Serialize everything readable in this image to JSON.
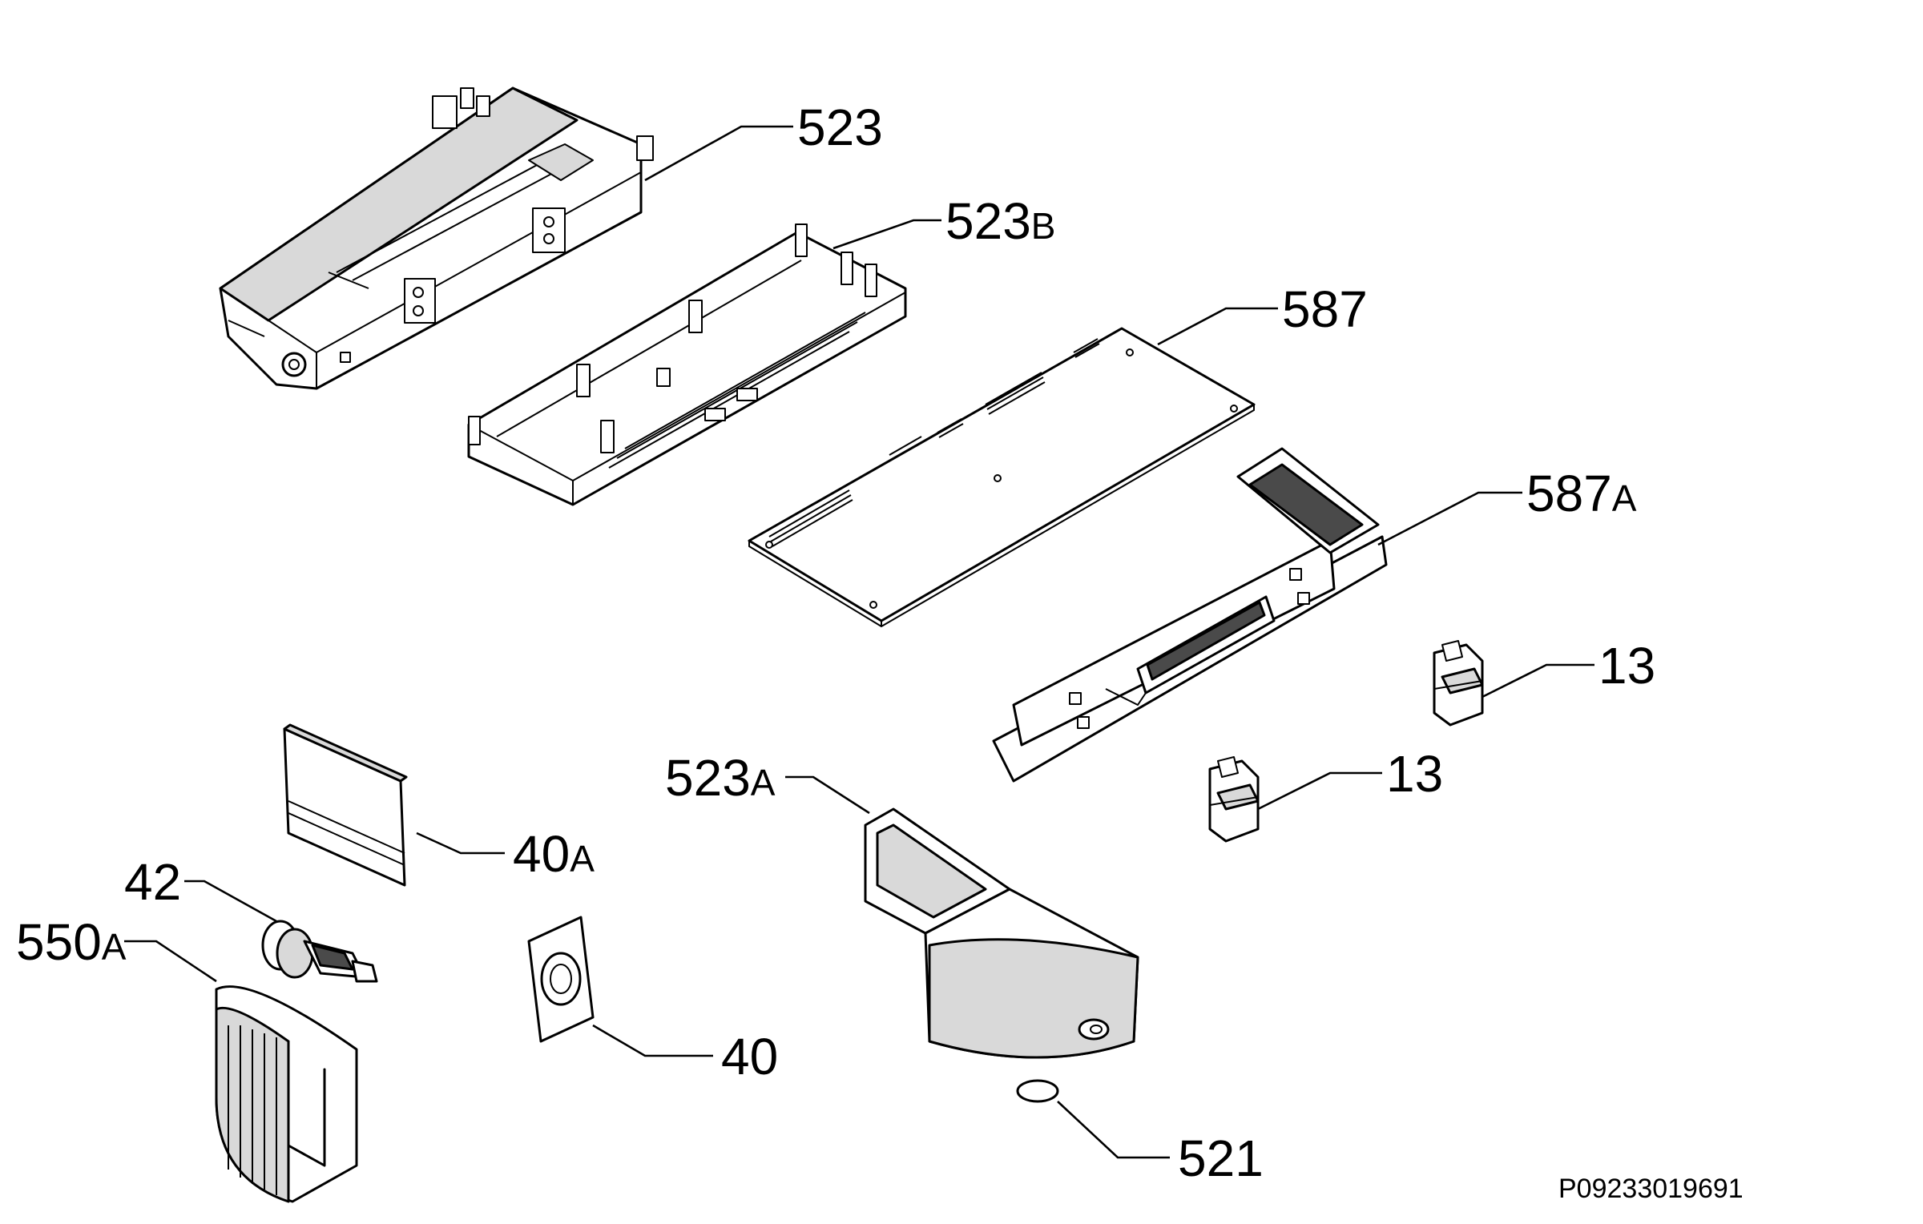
{
  "diagram": {
    "reference_code": "P09233019691",
    "callouts": [
      {
        "id": "c523",
        "number": "523",
        "suffix": ""
      },
      {
        "id": "c523b",
        "number": "523",
        "suffix": "B"
      },
      {
        "id": "c587",
        "number": "587",
        "suffix": ""
      },
      {
        "id": "c587a",
        "number": "587",
        "suffix": "A"
      },
      {
        "id": "c13a",
        "number": "13",
        "suffix": ""
      },
      {
        "id": "c13b",
        "number": "13",
        "suffix": ""
      },
      {
        "id": "c523a",
        "number": "523",
        "suffix": "A"
      },
      {
        "id": "c40a",
        "number": "40",
        "suffix": "A"
      },
      {
        "id": "c42",
        "number": "42",
        "suffix": ""
      },
      {
        "id": "c550a",
        "number": "550",
        "suffix": "A"
      },
      {
        "id": "c40",
        "number": "40",
        "suffix": ""
      },
      {
        "id": "c521",
        "number": "521",
        "suffix": ""
      }
    ]
  }
}
